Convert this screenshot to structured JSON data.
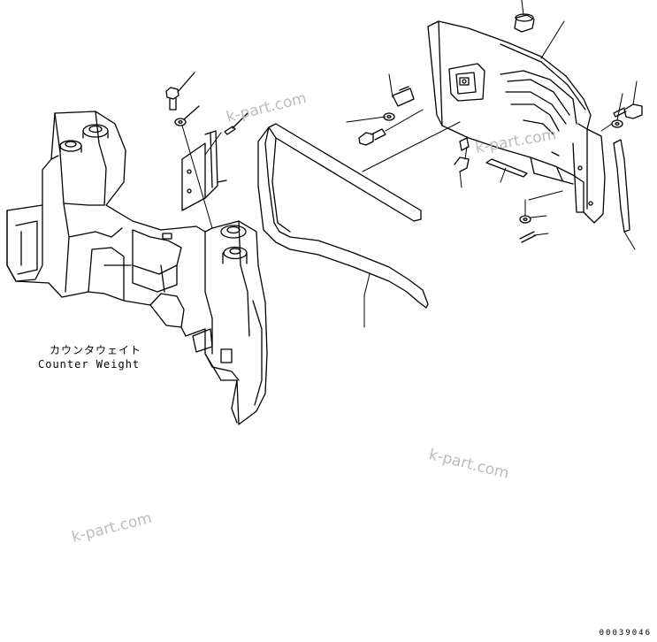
{
  "labels": {
    "counterweight_jp": "カウンタウェイト",
    "counterweight_en": "Counter Weight"
  },
  "watermarks": [
    "k-part.com",
    "k-part.com",
    "k-part.com",
    "k-part.com"
  ],
  "document_number": "00039046",
  "colors": {
    "line": "#000000",
    "watermark": "#bcbcbc",
    "background": "#ffffff"
  }
}
